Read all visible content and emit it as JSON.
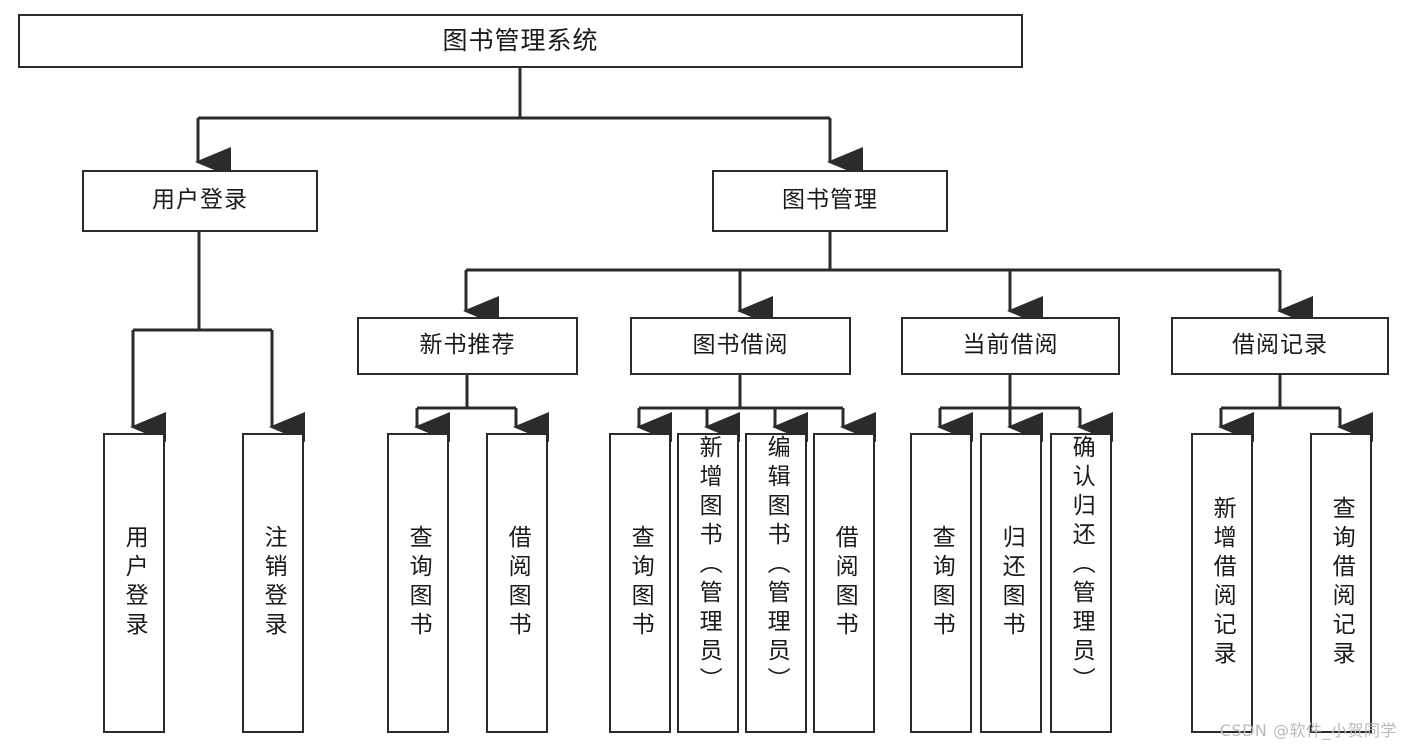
{
  "diagram": {
    "title": "图书管理系统",
    "type": "tree-hierarchy-diagram",
    "watermark": "CSDN @软件_小贺同学",
    "colors": {
      "box_border": "#2b2b2b",
      "box_fill": "#ffffff",
      "connector": "#2b2b2b",
      "text": "#1a1a1a",
      "watermark": "#b9b9b9"
    },
    "root": {
      "label": "图书管理系统"
    },
    "level2": [
      {
        "label": "用户登录"
      },
      {
        "label": "图书管理"
      }
    ],
    "level3": [
      {
        "label": "新书推荐"
      },
      {
        "label": "图书借阅"
      },
      {
        "label": "当前借阅"
      },
      {
        "label": "借阅记录"
      }
    ],
    "leaves": {
      "user_login": [
        {
          "label": "用户登录"
        },
        {
          "label": "注销登录"
        }
      ],
      "new_book_rec": [
        {
          "label": "查询图书"
        },
        {
          "label": "借阅图书"
        }
      ],
      "book_borrow": [
        {
          "label": "查询图书"
        },
        {
          "label": "新增图书（管理员）"
        },
        {
          "label": "编辑图书（管理员）"
        },
        {
          "label": "借阅图书"
        }
      ],
      "current_borrow": [
        {
          "label": "查询图书"
        },
        {
          "label": "归还图书"
        },
        {
          "label": "确认归还（管理员）"
        }
      ],
      "borrow_record": [
        {
          "label": "新增借阅记录"
        },
        {
          "label": "查询借阅记录"
        }
      ]
    }
  }
}
